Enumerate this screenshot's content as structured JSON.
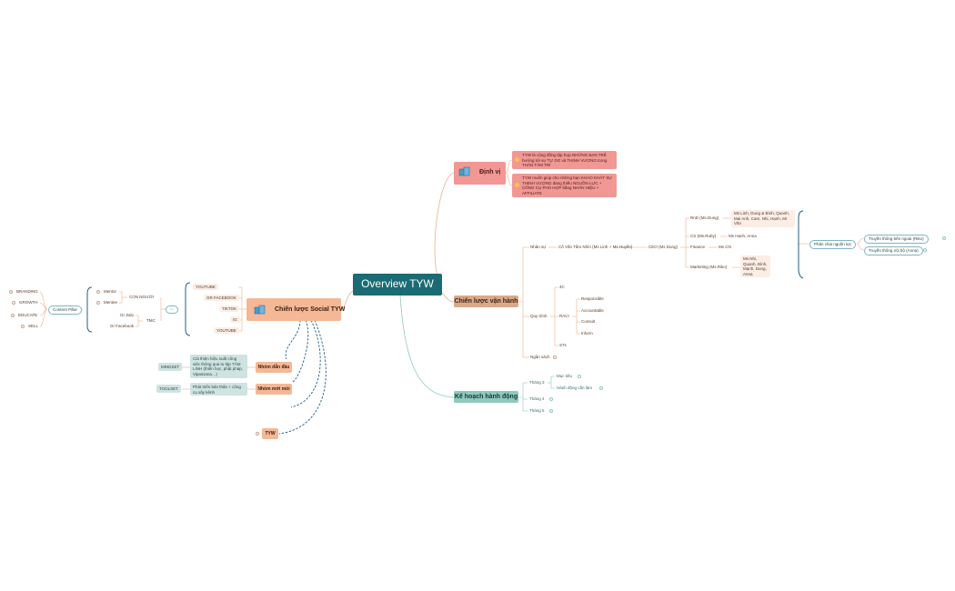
{
  "central": {
    "title": "Overview TYW"
  },
  "dinh_vi": {
    "label": "Định vị",
    "items": [
      "TYW là cộng đồng tập hợp NHỮNG BẠN TRẺ hướng tới sự TỰ DO và THỊNH VƯỢNG trong THÂN TÂM TRÍ",
      "TYW muốn giúp cho những bạn KHAO KHÁT SỰ THỊNH VƯỢNG đang thiếu NGUỒN LỰC + CÔNG CỤ PHÙ HỢP bằng NHÃN HIỆU + AFFILIATE"
    ]
  },
  "van_hanh": {
    "label": "Chiến lược vận hành",
    "nhan_su": {
      "label": "Nhân sự",
      "co_van": "Cố Vấn Tầm Nhìn (Ms Linh + Ms Huyền)",
      "ceo": "CEO (Ms Dung)",
      "depts": [
        {
          "name": "RnD (Ms.Dung)",
          "members": "Ms Linh, Dung & Bình, Quanh, Mai Anh, Cam, Nhi, Hạnh, Mr Văn"
        },
        {
          "name": "CS (Ms.Ruby)",
          "members": "Ms Hạnh, Anna"
        },
        {
          "name": "Finance",
          "members": "Ms Chi"
        },
        {
          "name": "Marketing (Ms.Riko)",
          "members": "Ms.Nhi, Quanh, Bình, Mạnh, Dung, Anna"
        }
      ],
      "phan_chia": "Phân chia nguồn lực",
      "truyen_thong": [
        "Truyền thông bên ngoài (Riko)",
        "Truyền thông nội bộ (Anna)"
      ]
    },
    "quy_trinh": {
      "label": "Quy trình",
      "c4": "4C",
      "raci": "RACI",
      "raci_items": [
        "Responsible",
        "Accountable",
        "Consult",
        "Inform"
      ],
      "s7": "S7s"
    },
    "ngan_sach": "Ngân sách"
  },
  "ke_hoach": {
    "label": "Kế hoạch hành động",
    "thang3": "Tháng 3",
    "thang3_items": [
      "Mục tiêu",
      "Hành động cần làm"
    ],
    "thang4": "Tháng 4",
    "thang5": "Tháng 5"
  },
  "social": {
    "label": "Chiến lược Social TYW",
    "channels": [
      "YOUTUBE",
      "GR FACEBOOK",
      "TIKTOK",
      "IG",
      "YOUTUBE"
    ],
    "con_nguoi": "CON NGƯỜI",
    "mentor": "Mentor",
    "mentee": "Mentee",
    "tmc": "TMC",
    "gr_zalo": "Gr Zalo",
    "gr_facebook": "Gr Facebook",
    "content_pillar": "Content Pillar",
    "pillars": [
      "BRANDING",
      "GROWTH",
      "EDUCATE",
      "SELL"
    ],
    "nhom_dan_dau": "Nhóm dẫn đầu",
    "nhom_dan_dau_desc": "Cải thiện hiệu suất công việc thông qua tu tập TÂM LINH (thiền học, phật pháp, Vipassana…)",
    "mindset": "MINDSET",
    "nhom_moi_moi": "Nhóm mới mồi",
    "nhom_moi_moi_desc": "Phát triển bản thân + công cụ xây kênh",
    "toolset": "TOOLSET",
    "tyw": "TYW"
  },
  "colors": {
    "central": "#1a6b73",
    "pink": "#f19894",
    "tan": "#d9a98a",
    "teal": "#8fc9bd",
    "orange": "#f5b896",
    "link": "#f0b08a",
    "dark_teal": "#1f5f8a"
  },
  "icons": [
    "boxes-icon"
  ]
}
